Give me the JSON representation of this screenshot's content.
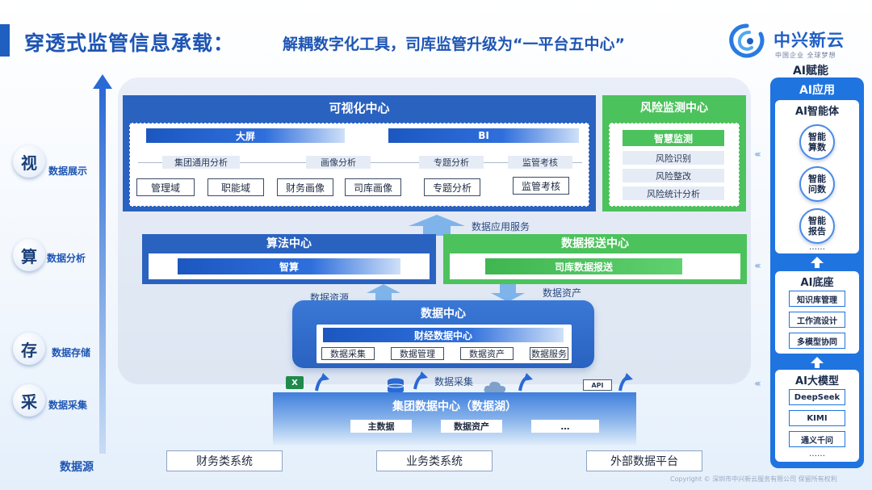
{
  "header": {
    "title": "穿透式监管信息承载：",
    "subtitle": "解耦数字化工具，司库监管升级为“一平台五中心”"
  },
  "logo": {
    "name": "中兴新云",
    "tagline": "中国企业 全球梦想"
  },
  "left_axis": [
    {
      "glyph": "视",
      "label": "数据展示"
    },
    {
      "glyph": "算",
      "label": "数据分析"
    },
    {
      "glyph": "存",
      "label": "数据存储"
    },
    {
      "glyph": "采",
      "label": "数据采集"
    }
  ],
  "data_source_label": "数据源",
  "visualization_center": {
    "title": "可视化中心",
    "big_screen": "大屏",
    "bi": "BI",
    "tags": [
      "集团通用分析",
      "画像分析",
      "专题分析",
      "监管考核"
    ],
    "buttons": [
      "管理域",
      "职能域",
      "财务画像",
      "司库画像",
      "专题分析",
      "监管考核"
    ]
  },
  "risk_center": {
    "title": "风险监测中心",
    "smart_monitor": "智慧监测",
    "items": [
      "风险识别",
      "风险整改",
      "风险统计分析"
    ]
  },
  "flows": {
    "app_service": "数据应用服务",
    "data_resource": "数据资源",
    "data_asset": "数据资产",
    "data_collect": "数据采集"
  },
  "algorithm_center": {
    "title": "算法中心",
    "item": "智算"
  },
  "report_center": {
    "title": "数据报送中心",
    "item": "司库数据报送"
  },
  "data_center": {
    "title": "数据中心",
    "sub": "财经数据中心",
    "buttons": [
      "数据采集",
      "数据管理",
      "数据资产",
      "数据服务"
    ]
  },
  "source_icons": {
    "excel": "X",
    "api": "API"
  },
  "data_lake": {
    "title": "集团数据中心（数据湖）",
    "buttons": [
      "主数据",
      "数据资产",
      "…"
    ]
  },
  "sources": [
    "财务类系统",
    "业务类系统",
    "外部数据平台"
  ],
  "ai": {
    "empower": "AI赋能",
    "app": "AI应用",
    "agent_title": "AI智能体",
    "agents": [
      {
        "line1": "智能",
        "line2": "算数"
      },
      {
        "line1": "智能",
        "line2": "问数"
      },
      {
        "line1": "智能",
        "line2": "报告"
      }
    ],
    "agent_more": "……",
    "base_title": "AI底座",
    "base_items": [
      "知识库管理",
      "工作流设计",
      "多模型协同"
    ],
    "model_title": "AI大模型",
    "models": [
      "DeepSeek",
      "KIMI",
      "通义千问"
    ],
    "model_more": "……"
  },
  "copyright": "Copyright © 深圳市中兴新云服务有限公司 保留所有权利",
  "colors": {
    "primary_blue": "#2a62c0",
    "green": "#4cc25c",
    "ai_blue": "#1f74e0",
    "title_blue": "#1e55b3"
  }
}
